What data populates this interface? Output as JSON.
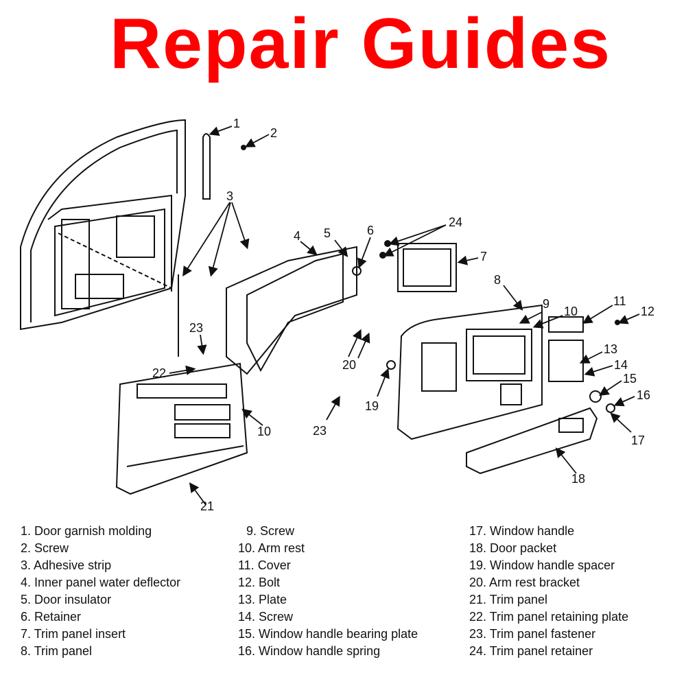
{
  "title": "Repair Guides",
  "accent_color": "#ff0000",
  "callouts": [
    "1",
    "2",
    "3",
    "4",
    "5",
    "6",
    "7",
    "8",
    "9",
    "10",
    "11",
    "12",
    "13",
    "14",
    "15",
    "16",
    "17",
    "18",
    "19",
    "20",
    "21",
    "22",
    "23",
    "24"
  ],
  "legend": {
    "col1": [
      "1. Door garnish molding",
      "2. Screw",
      "3. Adhesive strip",
      "4. Inner panel water deflector",
      "5. Door insulator",
      "6. Retainer",
      "7. Trim panel insert",
      "8. Trim panel"
    ],
    "col2": [
      "9. Screw",
      "10. Arm rest",
      "11. Cover",
      "12. Bolt",
      "13. Plate",
      "14. Screw",
      "15. Window handle bearing plate",
      "16. Window handle spring"
    ],
    "col3": [
      "17. Window handle",
      "18. Door packet",
      "19. Window handle spacer",
      "20. Arm rest bracket",
      "21. Trim panel",
      "22. Trim panel retaining plate",
      "23. Trim panel fastener",
      "24. Trim panel retainer"
    ]
  }
}
